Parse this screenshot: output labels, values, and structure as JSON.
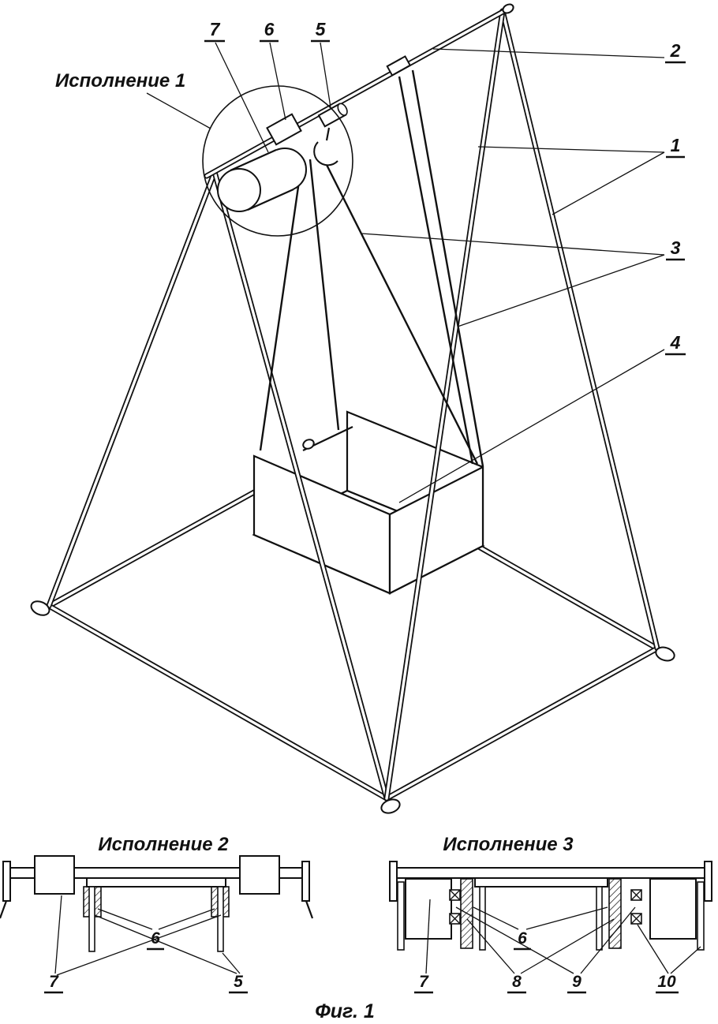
{
  "figure": {
    "caption": "Фиг. 1",
    "variant1_label": "Исполнение 1",
    "variant2_label": "Исполнение 2",
    "variant3_label": "Исполнение 3"
  },
  "callouts": {
    "main": {
      "c1": "1",
      "c2": "2",
      "c3": "3",
      "c4": "4",
      "c5": "5",
      "c6": "6",
      "c7": "7"
    },
    "variant2": {
      "c5": "5",
      "c6": "6",
      "c7": "7"
    },
    "variant3": {
      "c6": "6",
      "c7": "7",
      "c8": "8",
      "c9": "9",
      "c10": "10"
    }
  },
  "colors": {
    "ink": "#111111",
    "paper": "#ffffff"
  }
}
